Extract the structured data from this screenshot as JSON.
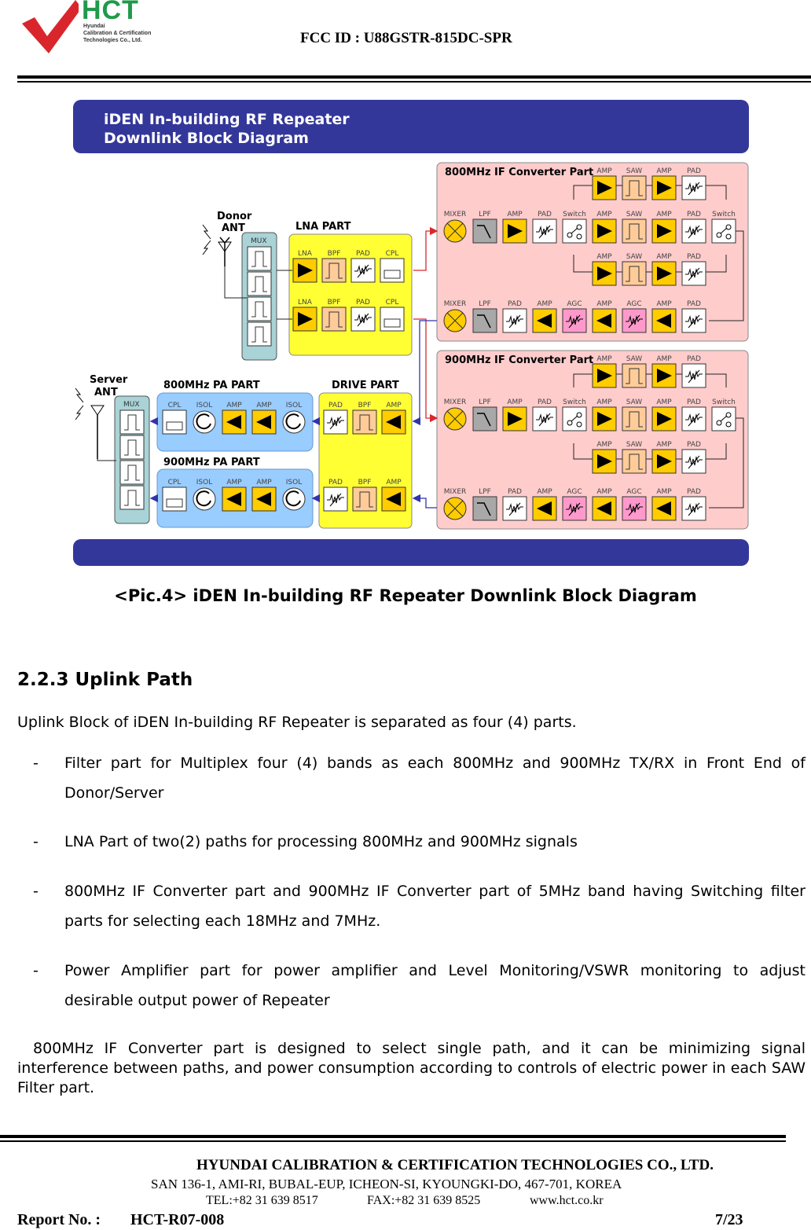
{
  "header": {
    "logo_brand": "HCT",
    "logo_lines": [
      "Hyundai",
      "Calibration & Certification",
      "Technologies Co., Ltd."
    ],
    "fcc_id": "FCC ID : U88GSTR-815DC-SPR"
  },
  "diagram": {
    "title_line1": "iDEN In-building RF Repeater",
    "title_line2": "Downlink Block Diagram",
    "donor_ant": [
      "Donor",
      "ANT"
    ],
    "server_ant": [
      "Server",
      "ANT"
    ],
    "mux": "MUX",
    "lna_part": "LNA PART",
    "lna_labels": [
      "LNA",
      "BPF",
      "PAD",
      "CPL"
    ],
    "drive_part": "DRIVE PART",
    "drive_labels": [
      "PAD",
      "BPF",
      "AMP"
    ],
    "pa800_part": "800MHz PA PART",
    "pa900_part": "900MHz PA PART",
    "pa_labels": [
      "CPL",
      "ISOL",
      "AMP",
      "AMP",
      "ISOL"
    ],
    "conv800": "800MHz IF Converter Part",
    "conv900": "900MHz IF Converter Part",
    "conv_top_labels": [
      "AMP",
      "SAW",
      "AMP",
      "PAD"
    ],
    "conv_mid_labels": [
      "MIXER",
      "LPF",
      "AMP",
      "PAD",
      "Switch",
      "AMP",
      "SAW",
      "AMP",
      "PAD",
      "Switch"
    ],
    "conv_bot_labels": [
      "MIXER",
      "LPF",
      "PAD",
      "AMP",
      "AGC",
      "AMP",
      "AGC",
      "AMP",
      "PAD"
    ]
  },
  "caption": "<Pic.4> iDEN In-building RF Repeater Downlink Block Diagram",
  "section": {
    "heading": "2.2.3 Uplink Path",
    "intro": "Uplink Block of iDEN In-building RF Repeater is separated as four (4) parts.",
    "bullets": [
      "Filter part for Multiplex four (4) bands as each 800MHz and 900MHz TX/RX  in Front End of Donor/Server",
      "LNA Part of two(2) paths for processing 800MHz and 900MHz signals",
      "800MHz IF Converter part and 900MHz IF Converter part of 5MHz band having Switching filter parts for selecting each 18MHz and 7MHz.",
      "Power Amplifier part for power amplifier and Level  Monitoring/VSWR monitoring to adjust desirable output power of Repeater"
    ],
    "bullet_dash": "-",
    "closing": "800MHz IF Converter part is designed to select single path, and it can be minimizing signal interference between paths, and power consumption according to controls of electric power in each SAW Filter part."
  },
  "footer": {
    "company": "HYUNDAI CALIBRATION & CERTIFICATION TECHNOLOGIES CO., LTD.",
    "address": "SAN 136-1, AMI-RI, BUBAL-EUP, ICHEON-SI, KYOUNGKI-DO, 467-701, KOREA",
    "tel": "TEL:+82 31 639 8517",
    "fax": "FAX:+82 31 639 8525",
    "web": "www.hct.co.kr",
    "report_label": "Report No. :",
    "report_no": "HCT-R07-008",
    "page": "7/23"
  },
  "colors": {
    "title_bar": "#34379a",
    "amp_yellow": "#ffcc00",
    "part_yellow": "#ffff33",
    "conv_pink": "#ffcccc",
    "pa_blue": "#99ccff",
    "mux_teal": "#a9d3d6",
    "agc_pink": "#ff99cc",
    "saw_peach": "#ffcc99"
  }
}
